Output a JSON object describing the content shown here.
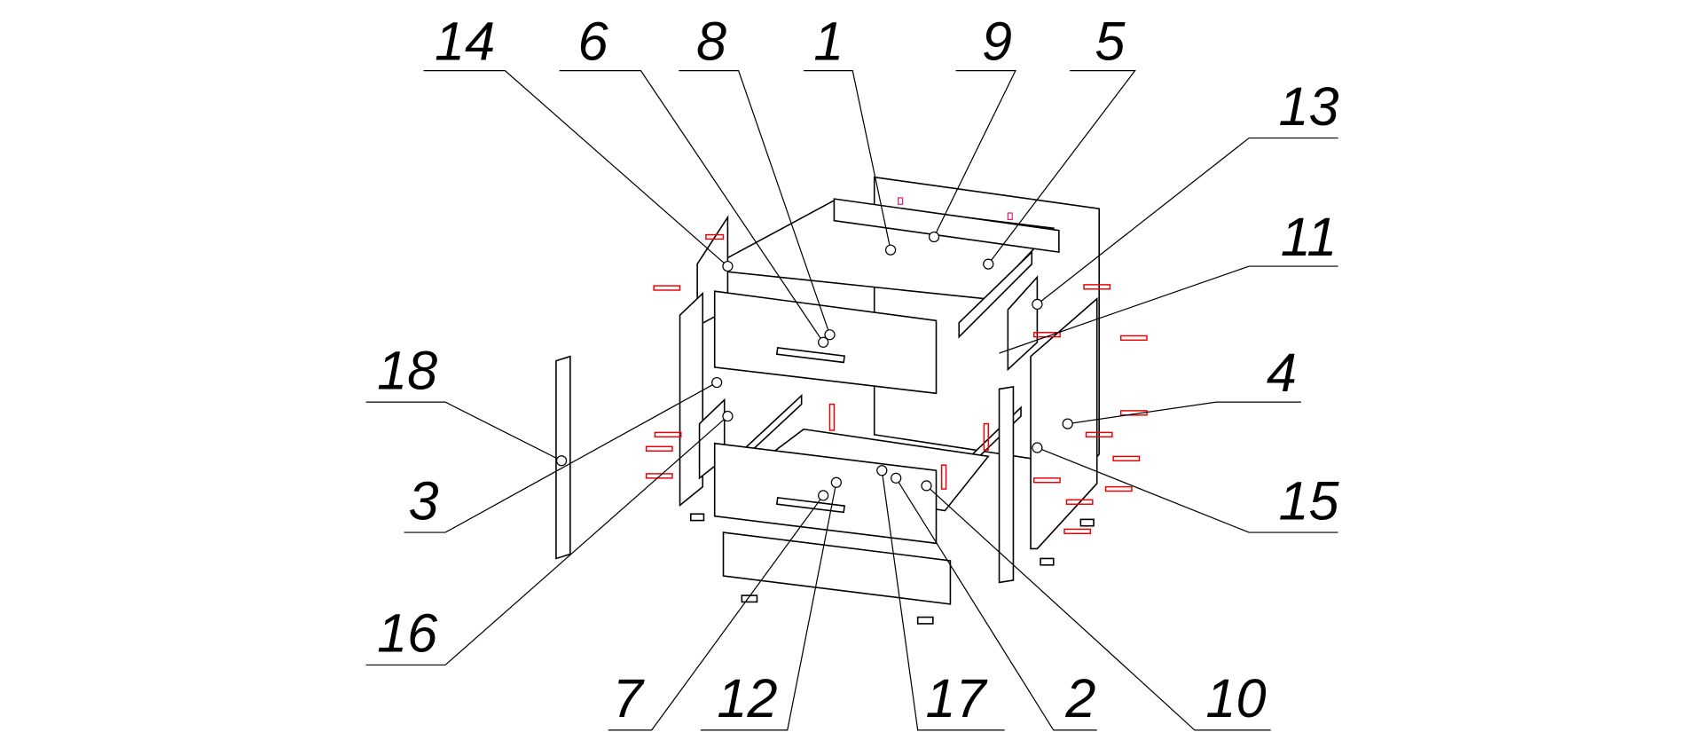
{
  "diagram": {
    "type": "exploded assembly drawing",
    "callouts": [
      "14",
      "6",
      "8",
      "1",
      "9",
      "5",
      "13",
      "11",
      "4",
      "15",
      "18",
      "3",
      "16",
      "7",
      "12",
      "17",
      "2",
      "10"
    ]
  },
  "colors": {
    "line": "#000000",
    "hardware": "#e00000",
    "accent_pink": "#e0207a",
    "accent_blue": "#2040d0"
  }
}
